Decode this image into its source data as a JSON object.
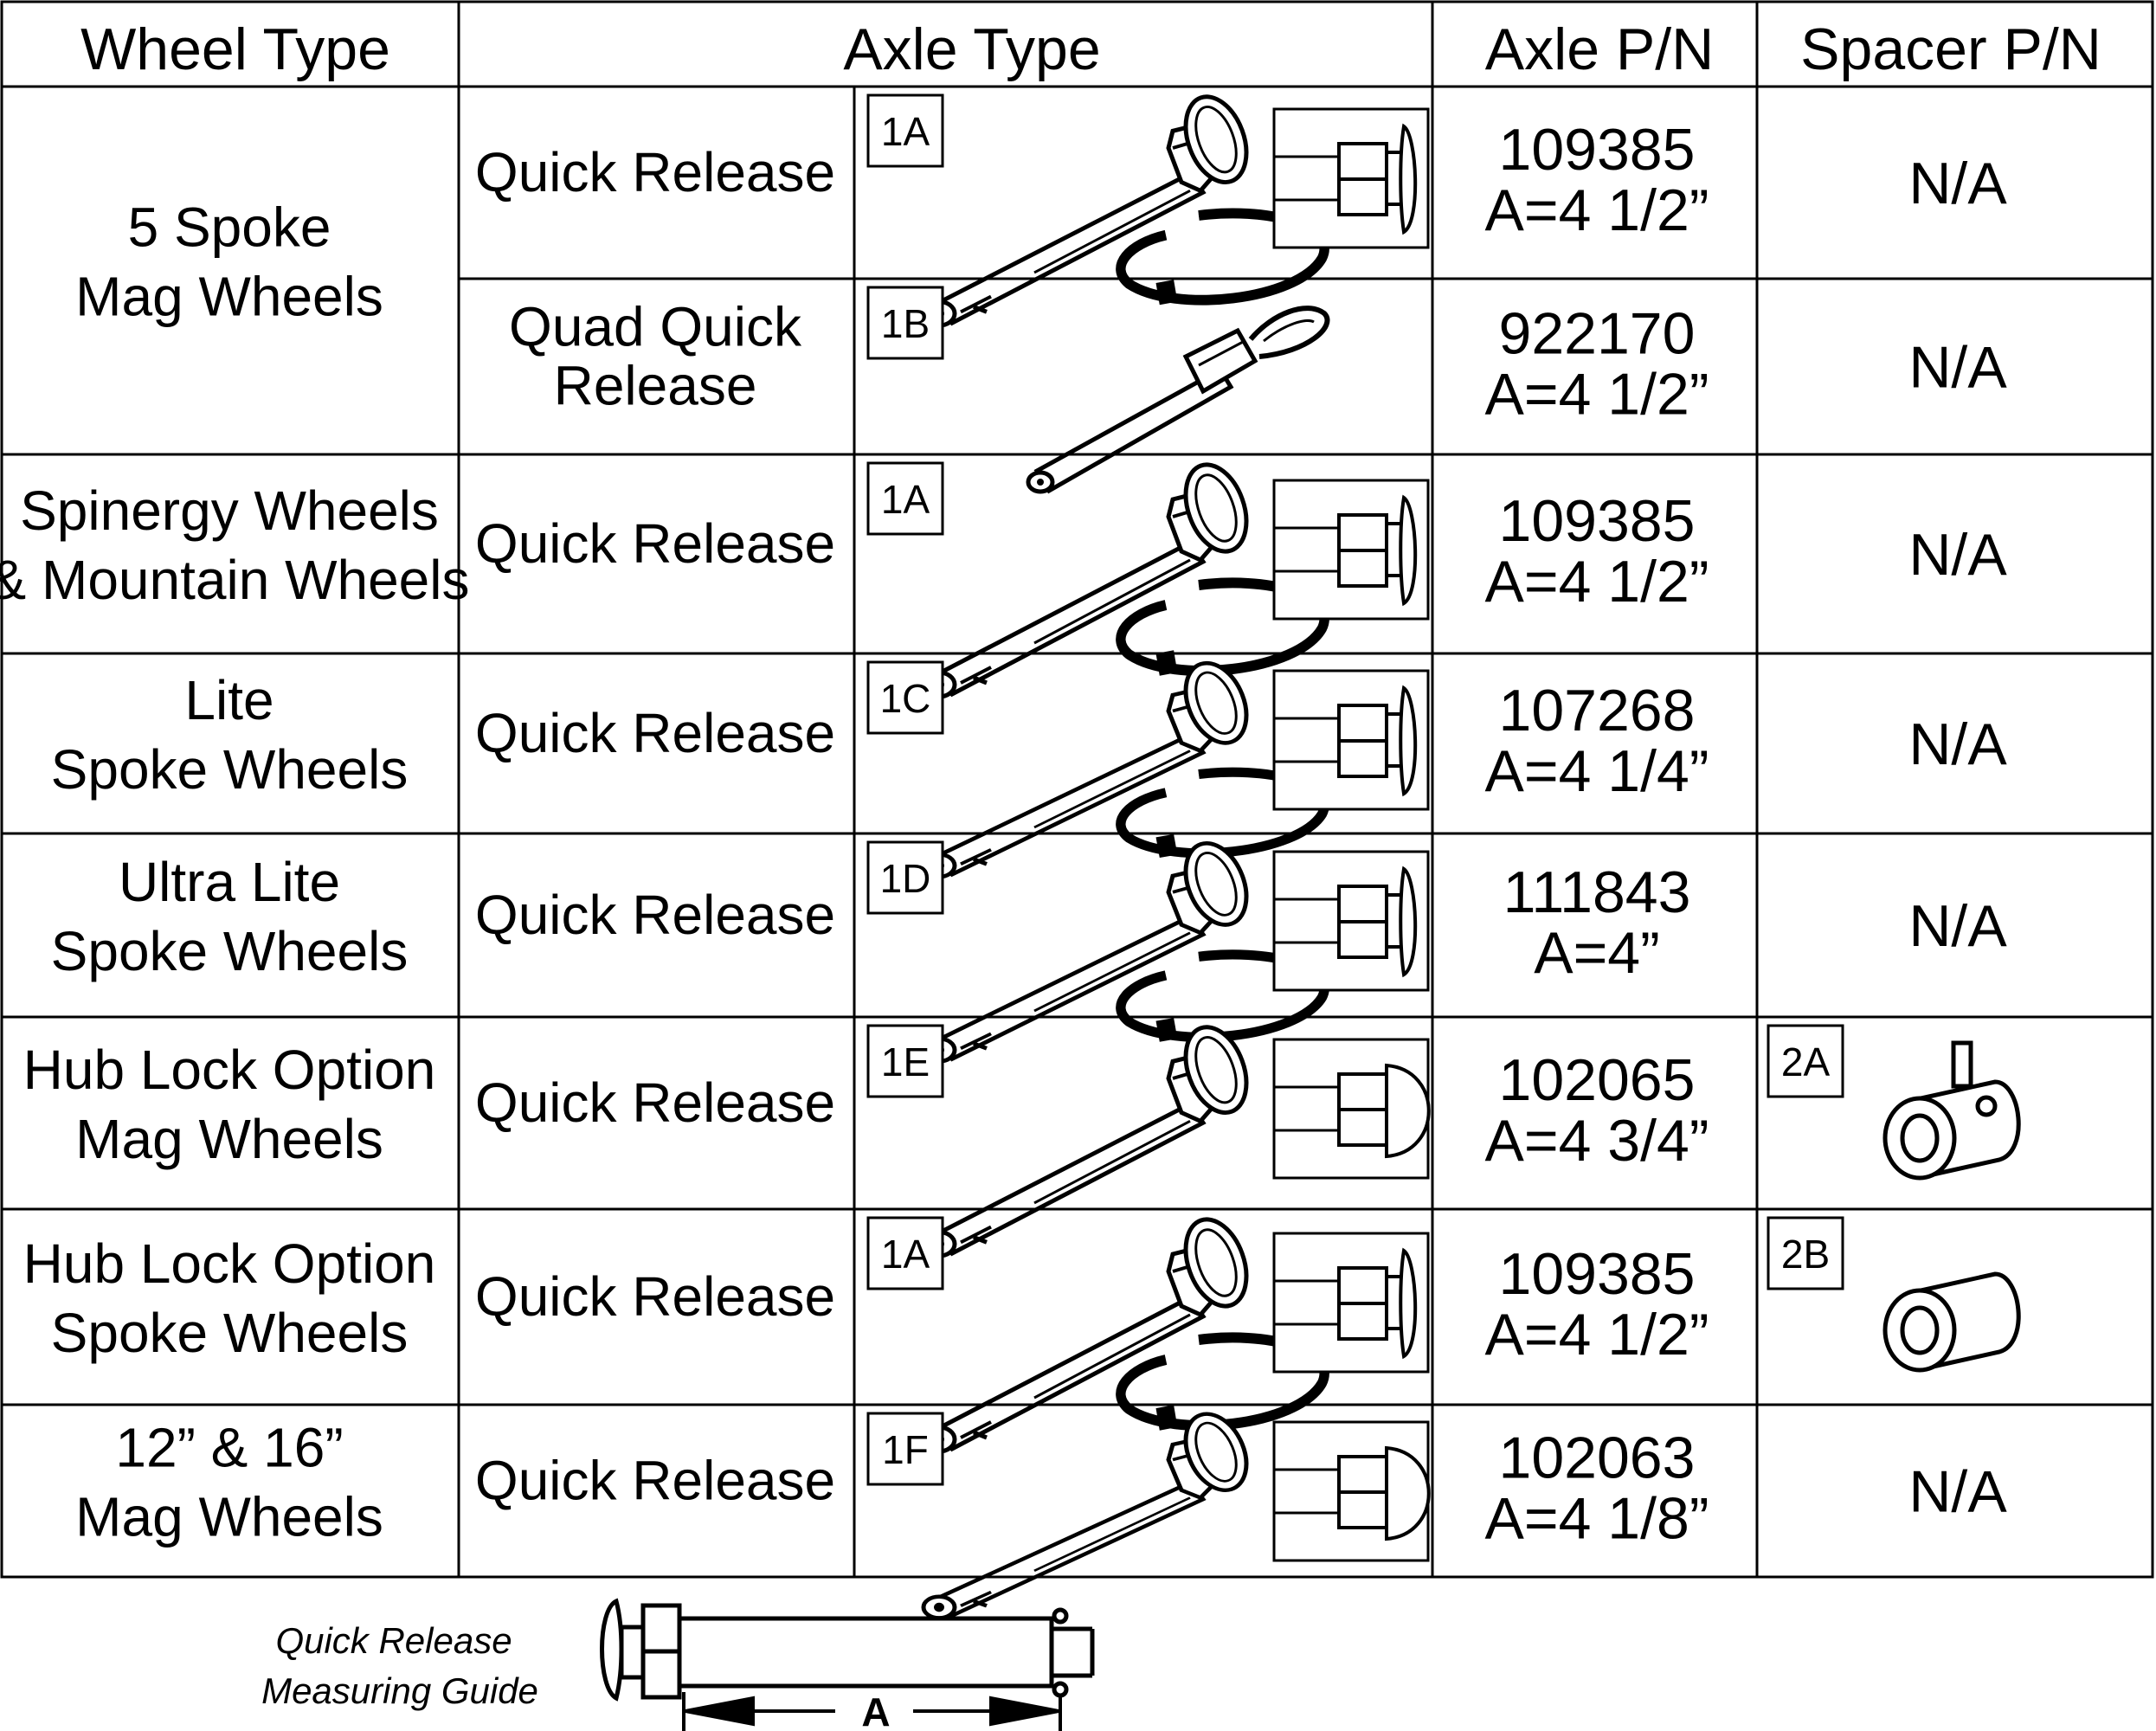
{
  "headers": {
    "wheel_type": "Wheel Type",
    "axle_type": "Axle Type",
    "axle_pn": "Axle P/N",
    "spacer_pn": "Spacer P/N"
  },
  "rows": [
    {
      "wheel_lines": [
        "5 Spoke",
        "Mag Wheels"
      ],
      "axle_type_lines": [
        "Quick Release"
      ],
      "callout": "1A",
      "axle_pn": "109385",
      "axle_len": "A=4 1/2”",
      "spacer": "N/A"
    },
    {
      "axle_type_lines": [
        "Quad Quick",
        "Release"
      ],
      "callout": "1B",
      "axle_pn": "922170",
      "axle_len": "A=4 1/2”",
      "spacer": "N/A"
    },
    {
      "wheel_lines": [
        "Spinergy Wheels",
        "& Mountain Wheels"
      ],
      "axle_type_lines": [
        "Quick Release"
      ],
      "callout": "1A",
      "axle_pn": "109385",
      "axle_len": "A=4 1/2”",
      "spacer": "N/A"
    },
    {
      "wheel_lines": [
        "Lite",
        "Spoke Wheels"
      ],
      "axle_type_lines": [
        "Quick Release"
      ],
      "callout": "1C",
      "axle_pn": "107268",
      "axle_len": "A=4 1/4”",
      "spacer": "N/A"
    },
    {
      "wheel_lines": [
        "Ultra Lite",
        "Spoke Wheels"
      ],
      "axle_type_lines": [
        "Quick Release"
      ],
      "callout": "1D",
      "axle_pn": "111843",
      "axle_len": "A=4”",
      "spacer": "N/A"
    },
    {
      "wheel_lines": [
        "Hub Lock Option",
        "Mag Wheels"
      ],
      "axle_type_lines": [
        "Quick Release"
      ],
      "callout": "1E",
      "axle_pn": "102065",
      "axle_len": "A=4 3/4”",
      "spacer_callout": "2A"
    },
    {
      "wheel_lines": [
        "Hub Lock Option",
        "Spoke Wheels"
      ],
      "axle_type_lines": [
        "Quick Release"
      ],
      "callout": "1A",
      "axle_pn": "109385",
      "axle_len": "A=4 1/2”",
      "spacer_callout": "2B"
    },
    {
      "wheel_lines": [
        "12” & 16”",
        "Mag Wheels"
      ],
      "axle_type_lines": [
        "Quick Release"
      ],
      "callout": "1F",
      "axle_pn": "102063",
      "axle_len": "A=4 1/8”",
      "spacer": "N/A"
    }
  ],
  "guide": {
    "lines": [
      "Quick Release",
      "Measuring Guide"
    ],
    "dimension_label": "A"
  }
}
